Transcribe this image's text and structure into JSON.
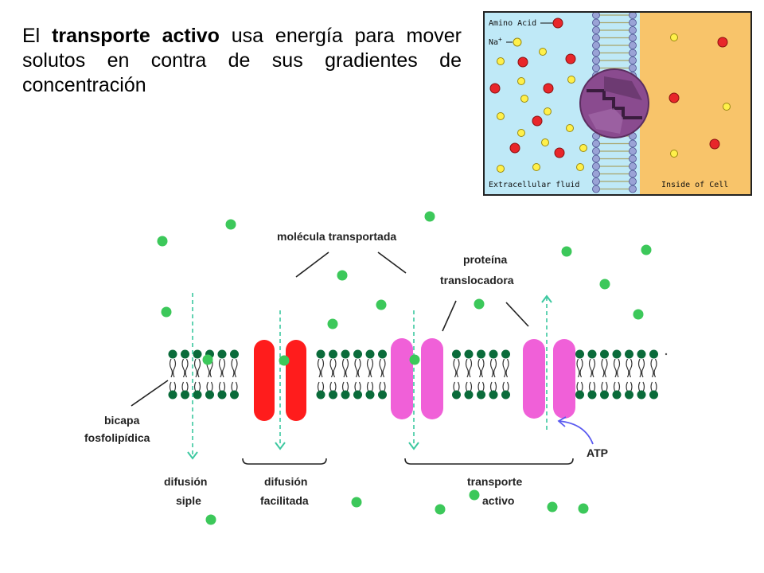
{
  "intro": {
    "before": "El ",
    "bold": "transporte activo",
    "after": " usa energía para mover solutos en contra de sus gradientes de concentración"
  },
  "inset": {
    "legend_amino": "Amino Acid",
    "legend_na": "Na",
    "legend_na_sup": "+",
    "left_label": "Extracellular fluid",
    "right_label": "Inside of Cell"
  },
  "diagram": {
    "molecule_label": "molécula transportada",
    "protein_label_1": "proteína",
    "protein_label_2": "translocadora",
    "bilayer_label_1": "bicapa",
    "bilayer_label_2": "fosfolipídica",
    "atp_label": "ATP",
    "simple_label_1": "difusión",
    "simple_label_2": "siple",
    "facilitated_label_1": "difusión",
    "facilitated_label_2": "facilitada",
    "active_label_1": "transporte",
    "active_label_2": "activo"
  },
  "colors": {
    "molecule": "#3cc85a",
    "lipid": "#0a6b3a",
    "channel": "#ff1c1c",
    "carrier": "#f060d8",
    "atp_arrow": "#5a5af0",
    "inset_left": "#bfe9f7",
    "inset_right": "#f8c46a",
    "protein": "#8a4b8f"
  }
}
